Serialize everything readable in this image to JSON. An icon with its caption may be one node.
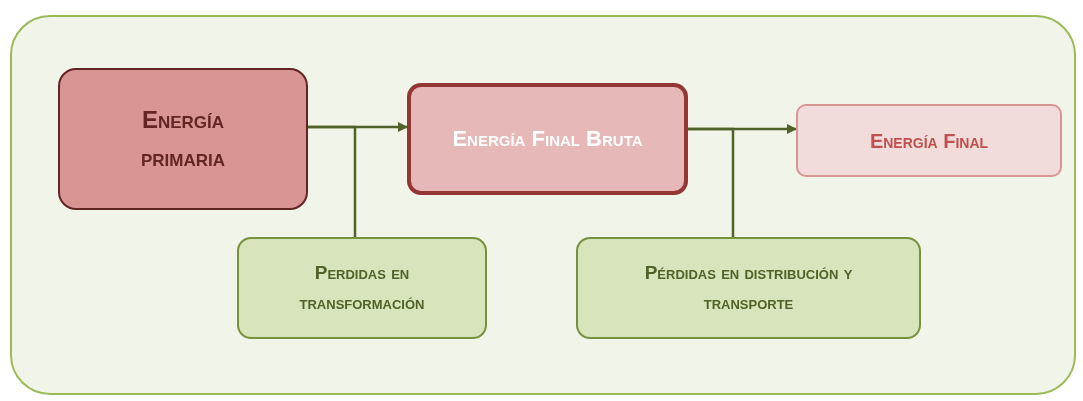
{
  "diagram": {
    "nodes": [
      {
        "text": [],
        "shape": "box"
      },
      {
        "text": [
          "Energía primaria"
        ],
        "in": 0
      },
      {
        "text": [
          "Energía Final Bruta"
        ],
        "in": 0
      },
      {
        "text": [
          "Energía Final"
        ],
        "in": 0
      },
      {
        "text": [
          "Perdidas en transformación"
        ],
        "in": 0
      },
      {
        "text": [
          "Pérdidas en distribución y transporte"
        ],
        "in": 0
      }
    ],
    "edges": [
      {
        "from": 1,
        "to": 2,
        "arrow": "to"
      },
      {
        "from": 1,
        "to": 4,
        "arrow": "none"
      },
      {
        "from": 2,
        "to": 3,
        "arrow": "to"
      },
      {
        "from": 2,
        "to": 5,
        "arrow": "none"
      }
    ]
  }
}
